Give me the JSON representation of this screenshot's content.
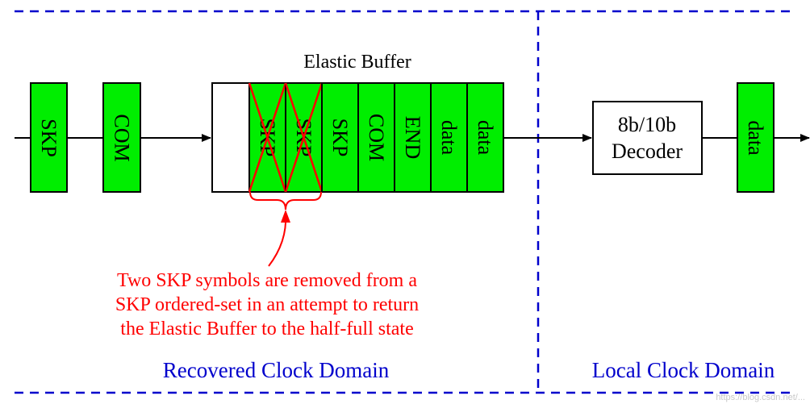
{
  "colors": {
    "symbol_fill": "#00ee00",
    "domain_line": "#0000cc",
    "annotation": "#ff0000",
    "wire": "#000000"
  },
  "input_symbols": [
    "SKP",
    "COM"
  ],
  "elastic_buffer": {
    "title": "Elastic Buffer",
    "entries": [
      "SKP",
      "SKP",
      "SKP",
      "COM",
      "END",
      "data",
      "data"
    ],
    "removed_entries": [
      0,
      1
    ]
  },
  "decoder": {
    "line1": "8b/10b",
    "line2": "Decoder"
  },
  "output_symbol": "data",
  "annotation": {
    "lines": [
      "Two SKP symbols are removed from a",
      "SKP ordered-set in an attempt to return",
      "the Elastic Buffer to the half-full state"
    ]
  },
  "domains": {
    "recovered": "Recovered Clock Domain",
    "local": "Local Clock Domain"
  },
  "watermark": "https://blog.csdn.net/..."
}
